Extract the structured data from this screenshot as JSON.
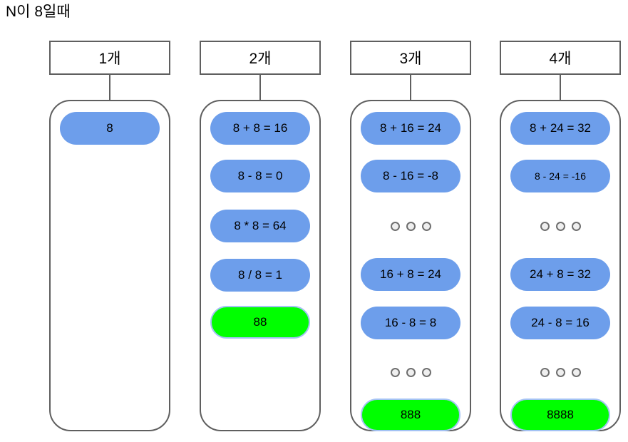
{
  "title": "N이 8일때",
  "diagram": {
    "colors": {
      "expression_fill": "#6d9eeb",
      "result_fill": "#00ff00",
      "result_border": "#a4c2f4",
      "outline": "#5f5f5f"
    },
    "columns": [
      {
        "header": "1개",
        "items": [
          {
            "type": "expr",
            "text": "8"
          }
        ]
      },
      {
        "header": "2개",
        "items": [
          {
            "type": "expr",
            "text": "8 + 8 = 16"
          },
          {
            "type": "expr",
            "text": "8 - 8 = 0"
          },
          {
            "type": "expr",
            "text": "8 * 8 = 64"
          },
          {
            "type": "expr",
            "text": "8 / 8 = 1"
          },
          {
            "type": "result",
            "text": "88"
          }
        ]
      },
      {
        "header": "3개",
        "items": [
          {
            "type": "expr",
            "text": "8 + 16 = 24"
          },
          {
            "type": "expr",
            "text": "8 - 16 = -8"
          },
          {
            "type": "dots"
          },
          {
            "type": "expr",
            "text": "16 + 8 = 24"
          },
          {
            "type": "expr",
            "text": "16 - 8 = 8"
          },
          {
            "type": "dots"
          },
          {
            "type": "result",
            "text": "888"
          }
        ]
      },
      {
        "header": "4개",
        "items": [
          {
            "type": "expr",
            "text": "8 + 24 = 32"
          },
          {
            "type": "expr",
            "text": "8 - 24 = -16",
            "small": true
          },
          {
            "type": "dots"
          },
          {
            "type": "expr",
            "text": "24 + 8 = 32"
          },
          {
            "type": "expr",
            "text": "24 - 8 = 16"
          },
          {
            "type": "dots"
          },
          {
            "type": "result",
            "text": "8888"
          }
        ]
      }
    ]
  }
}
